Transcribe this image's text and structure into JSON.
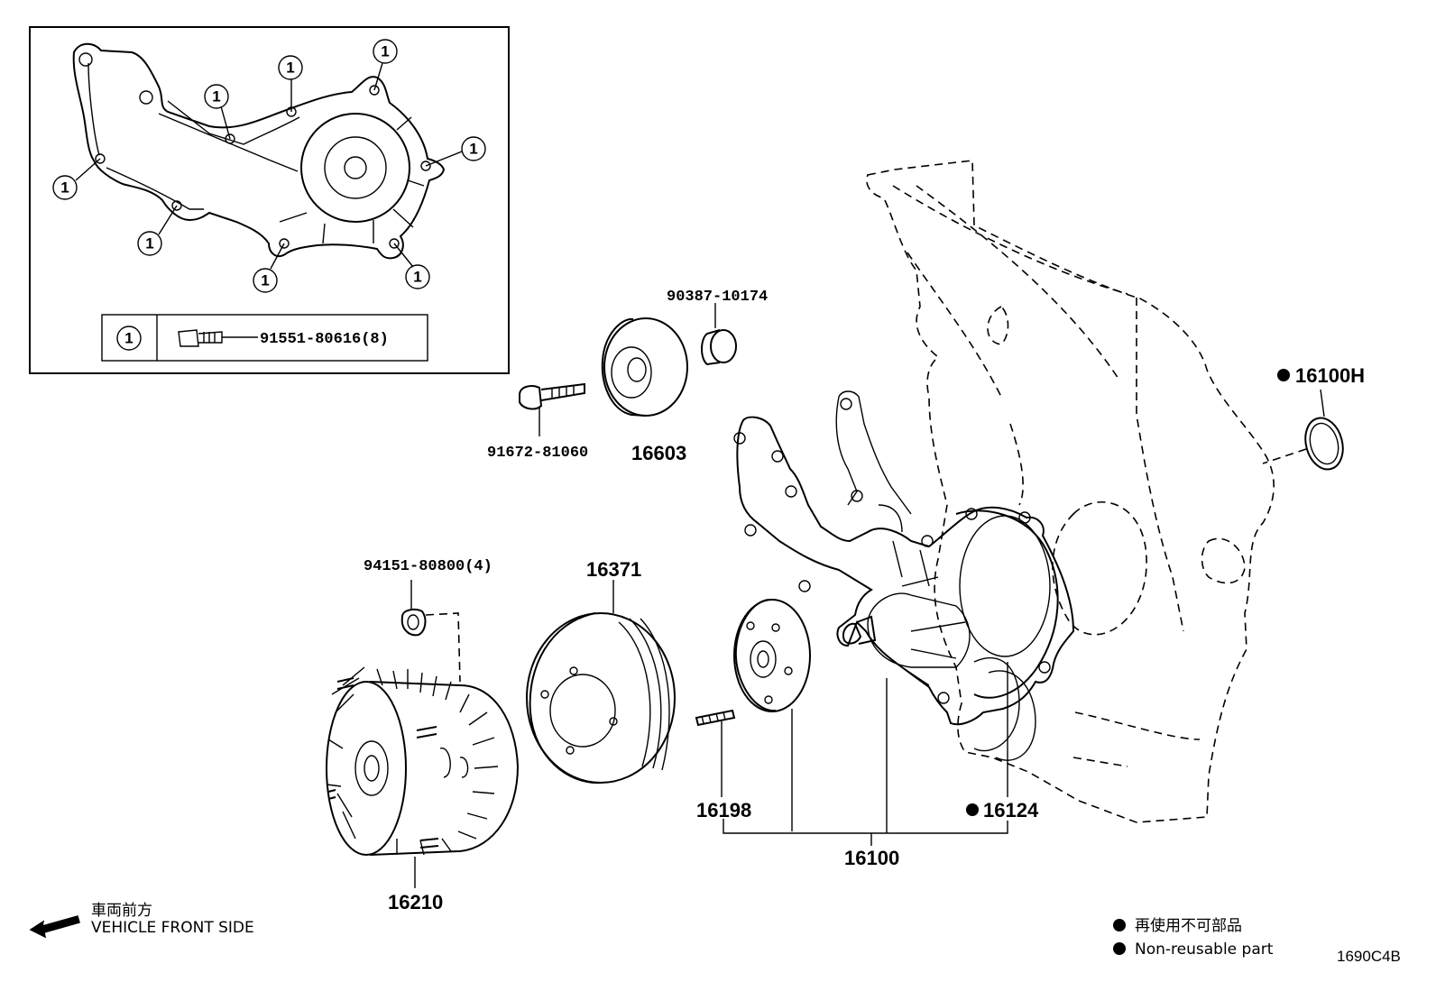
{
  "inset": {
    "callout_number": "1",
    "legend_number": "1",
    "legend_part": "91551-80616(8)"
  },
  "parts": {
    "p90387": "90387-10174",
    "p91672": "91672-81060",
    "p16603": "16603",
    "p16100H": "16100H",
    "p94151": "94151-80800(4)",
    "p16371": "16371",
    "p16198": "16198",
    "p16124": "16124",
    "p16100": "16100",
    "p16210": "16210"
  },
  "notes": {
    "direction_ja": "車両前方",
    "direction_en": "VEHICLE FRONT SIDE",
    "legend_ja": "再使用不可部品",
    "legend_en": "Non-reusable part",
    "diagram_code": "1690C4B"
  }
}
